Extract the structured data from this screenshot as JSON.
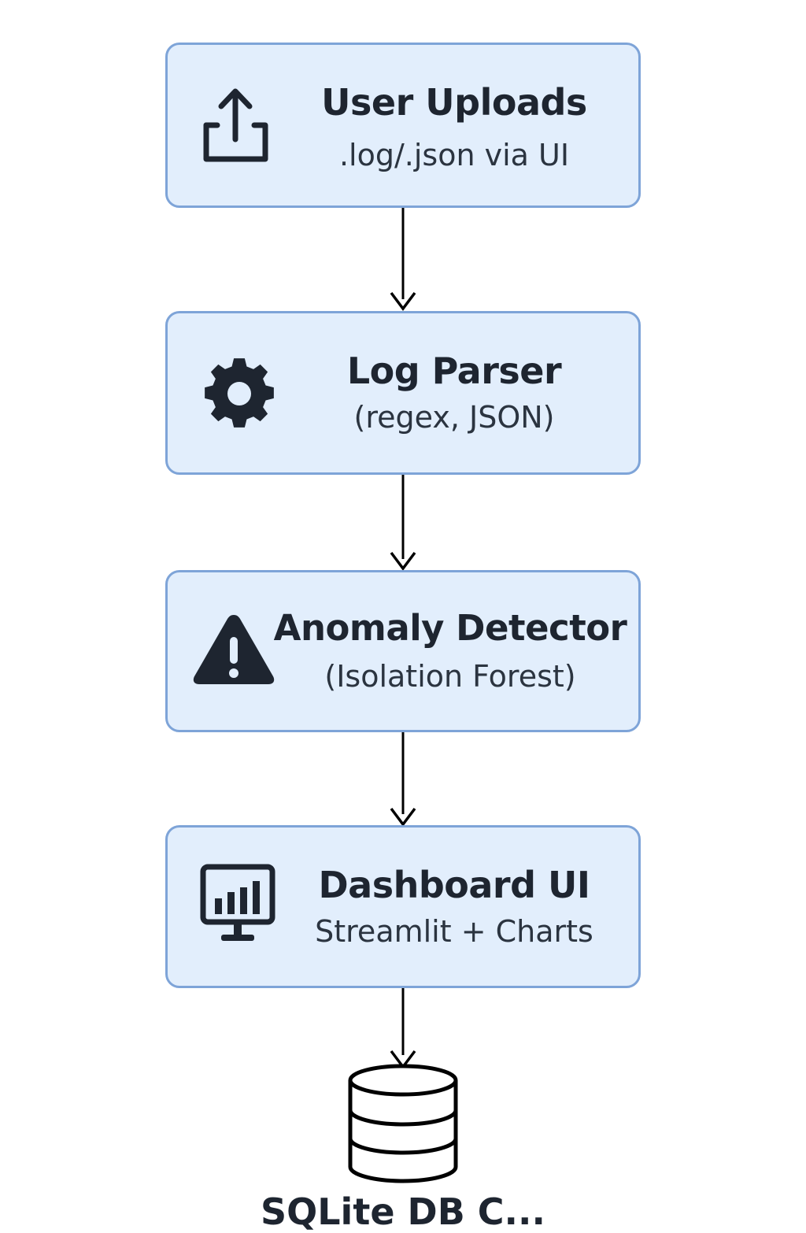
{
  "nodes": [
    {
      "title": "User Uploads",
      "subtitle": ".log/.json via UI",
      "icon": "upload-icon"
    },
    {
      "title": "Log Parser",
      "subtitle": "(regex, JSON)",
      "icon": "gear-icon"
    },
    {
      "title": "Anomaly Detector",
      "subtitle": "(Isolation Forest)",
      "icon": "warning-icon"
    },
    {
      "title": "Dashboard UI",
      "subtitle": "Streamlit + Charts",
      "icon": "monitor-chart-icon"
    }
  ],
  "storage": {
    "label": "SQLite DB C...",
    "icon": "database-icon"
  },
  "colors": {
    "box_fill": "#e2eefc",
    "box_border": "#7ea4d8",
    "text": "#1e2530",
    "arrow": "#000000"
  }
}
